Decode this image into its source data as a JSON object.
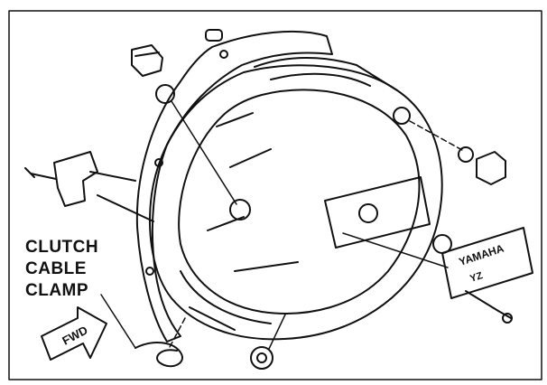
{
  "callout": {
    "lines": [
      "CLUTCH",
      "CABLE",
      "CLAMP"
    ]
  },
  "fwd_arrow": {
    "label": "FWD"
  },
  "nameplate": {
    "brand": "YAMAHA",
    "model": "YZ"
  }
}
